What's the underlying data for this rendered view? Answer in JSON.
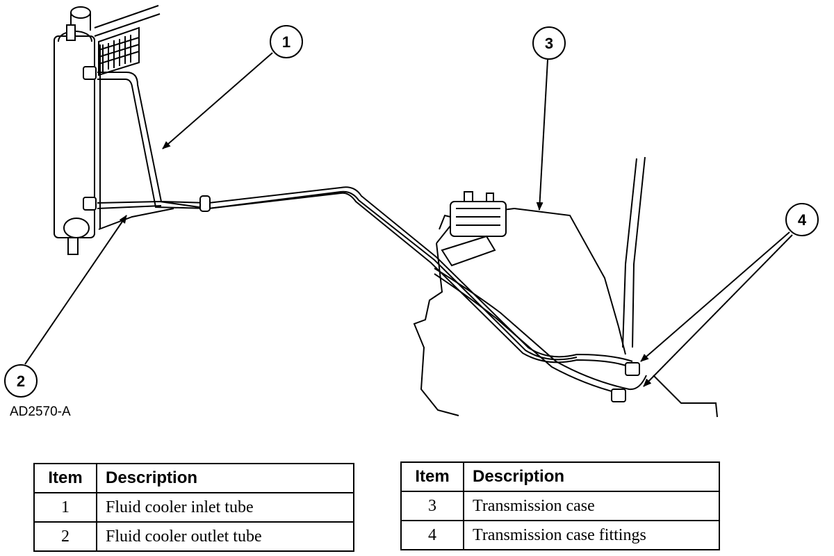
{
  "figure_id": "AD2570-A",
  "callouts": [
    "1",
    "2",
    "3",
    "4"
  ],
  "legend_left": {
    "headers": {
      "item": "Item",
      "description": "Description"
    },
    "rows": [
      {
        "item": "1",
        "description": "Fluid cooler inlet tube"
      },
      {
        "item": "2",
        "description": "Fluid cooler outlet tube"
      }
    ]
  },
  "legend_right": {
    "headers": {
      "item": "Item",
      "description": "Description"
    },
    "rows": [
      {
        "item": "3",
        "description": "Transmission case"
      },
      {
        "item": "4",
        "description": "Transmission case fittings"
      }
    ]
  }
}
